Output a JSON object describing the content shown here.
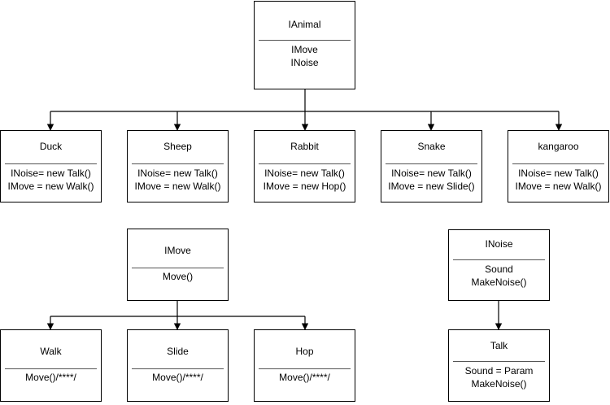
{
  "animal": {
    "title": "IAnimal",
    "lines": [
      "IMove",
      "INoise"
    ]
  },
  "implementations": [
    {
      "title": "Duck",
      "lines": [
        "INoise= new Talk()",
        "IMove = new Walk()"
      ]
    },
    {
      "title": "Sheep",
      "lines": [
        "INoise= new Talk()",
        "IMove = new Walk()"
      ]
    },
    {
      "title": "Rabbit",
      "lines": [
        "INoise= new Talk()",
        "IMove = new Hop()"
      ]
    },
    {
      "title": "Snake",
      "lines": [
        "INoise= new Talk()",
        "IMove = new Slide()"
      ]
    },
    {
      "title": "kangaroo",
      "lines": [
        "INoise= new Talk()",
        "IMove = new Walk()"
      ]
    }
  ],
  "move_interface": {
    "title": "IMove",
    "lines": [
      "Move()"
    ]
  },
  "move_impls": [
    {
      "title": "Walk",
      "lines": [
        "Move()/****/"
      ]
    },
    {
      "title": "Slide",
      "lines": [
        "Move()/****/"
      ]
    },
    {
      "title": "Hop",
      "lines": [
        "Move()/****/"
      ]
    }
  ],
  "noise_interface": {
    "title": "INoise",
    "lines": [
      "Sound",
      "MakeNoise()"
    ]
  },
  "talk": {
    "title": "Talk",
    "lines": [
      "Sound = Param",
      "MakeNoise()"
    ]
  }
}
